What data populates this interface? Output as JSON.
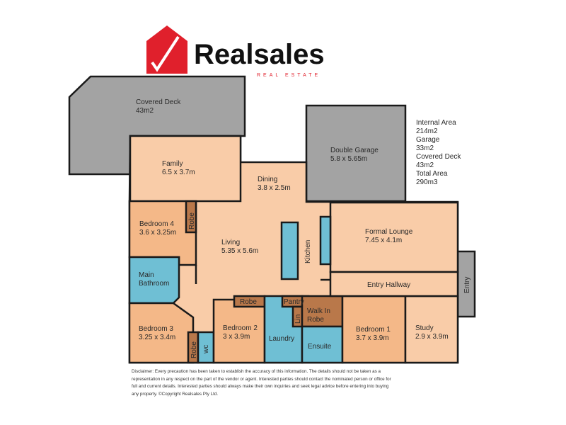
{
  "logo": {
    "name": "Realsales",
    "tagline": "REAL ESTATE",
    "color": "#e0202c"
  },
  "colors": {
    "living": "#F9CCA8",
    "bedroom": "#F4B888",
    "robe": "#B9784A",
    "wet": "#6FBFD4",
    "outdoor": "#A3A3A3"
  },
  "rooms": {
    "covered_deck": {
      "name": "Covered Deck",
      "size": "43m2"
    },
    "family": {
      "name": "Family",
      "size": "6.5 x 3.7m"
    },
    "dining": {
      "name": "Dining",
      "size": "3.8 x 2.5m"
    },
    "garage": {
      "name": "Double Garage",
      "size": "5.8 x 5.65m"
    },
    "bedroom4": {
      "name": "Bedroom 4",
      "size": "3.6 x 3.25m"
    },
    "living": {
      "name": "Living",
      "size": "5.35 x 5.6m"
    },
    "kitchen": {
      "name": "Kitchen"
    },
    "formal_lounge": {
      "name": "Formal Lounge",
      "size": "7.45 x 4.1m"
    },
    "main_bathroom": {
      "name": "Main",
      "name2": "Bathroom"
    },
    "entry_hallway": {
      "name": "Entry Hallway"
    },
    "entry": {
      "name": "Entry"
    },
    "bedroom3": {
      "name": "Bedroom 3",
      "size": "3.25 x 3.4m"
    },
    "bedroom2": {
      "name": "Bedroom 2",
      "size": "3 x 3.9m"
    },
    "laundry": {
      "name": "Laundry"
    },
    "pantry": {
      "name": "Pantry"
    },
    "linen": {
      "name": "Lin"
    },
    "walk_in_robe": {
      "name": "Walk In",
      "name2": "Robe"
    },
    "ensuite": {
      "name": "Ensuite"
    },
    "bedroom1": {
      "name": "Bedroom 1",
      "size": "3.7 x 3.9m"
    },
    "study": {
      "name": "Study",
      "size": "2.9 x 3.9m"
    },
    "robe_label": "Robe",
    "wc": {
      "name": "wc"
    }
  },
  "areas": [
    {
      "label": "Internal Area",
      "value": "214m2"
    },
    {
      "label": "Garage",
      "value": "33m2"
    },
    {
      "label": "Covered Deck",
      "value": "43m2"
    },
    {
      "label": "Total Area",
      "value": "290m3"
    }
  ],
  "disclaimer": "Disclaimer: Every precaution has been taken to establish the accuracy of this information. The details should not be taken as a representation in any respect on the part of the vendor or agent. Interested parties should contact the nominated person or office for full and current details. Interested parties should always make their own inquiries and seek legal advice before entering into buying any property. ©Copyright Realsales Pty Ltd."
}
